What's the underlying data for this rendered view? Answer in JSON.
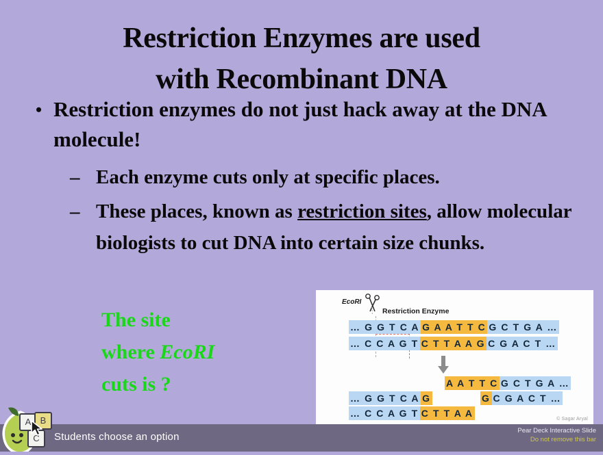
{
  "slide": {
    "background_color": "#b3a8da",
    "title_line1": "Restriction Enzymes are used",
    "title_line2": "with Recombinant DNA",
    "bullets": {
      "main": "Restriction enzymes do not just hack away at the DNA molecule!",
      "bullet_marker": "•",
      "dash_marker": "–",
      "sub1": "Each enzyme cuts only at specific places.",
      "sub2_pre": "These places, known as ",
      "sub2_underlined": "restriction sites",
      "sub2_post": ", allow molecular biologists to cut DNA into certain size chunks."
    },
    "question": {
      "line1": "The site",
      "line2_pre": "where ",
      "line2_italic": "EcoRI",
      "line3": "cuts is ?",
      "color": "#18d818"
    }
  },
  "diagram": {
    "enzyme_label": "EcoRI",
    "enzyme_role": "Restriction Enzyme",
    "scissors_icon": "scissors-icon",
    "arrow_icon": "down-arrow-icon",
    "credit": "© Sagar Aryal",
    "colors": {
      "strand": "#b9d7f2",
      "site": "#f6b93f",
      "cut_line": "#e36b5a"
    },
    "top_strand": {
      "left": "… G G T C A",
      "site": "G A A T T C",
      "right": "G C T G A …"
    },
    "bottom_strand": {
      "left": "… C C A G T",
      "site": "C T T A A G",
      "right": "C G A C T …"
    },
    "result": {
      "frag_top_right_site": "A A T T C",
      "frag_top_right_rest": "G C T G A …",
      "frag_bottom_right_site": "G",
      "frag_bottom_right_rest": "C G A C T …",
      "frag_top_left_rest": "… G G T C A",
      "frag_top_left_site": "G",
      "frag_bottom_left_rest": "… C C A G T",
      "frag_bottom_left_site": "C T T A A"
    }
  },
  "peardeck": {
    "status": "Students choose an option",
    "brand_line1": "Pear Deck Interactive Slide",
    "brand_line2": "Do not remove this bar",
    "bar_color": "#6f6883",
    "brand_accent": "#cfc84a",
    "mascot_icon": "pear-mascot-icon",
    "cursor_icon": "mouse-cursor-icon",
    "cards": [
      "A",
      "B",
      "C"
    ]
  }
}
